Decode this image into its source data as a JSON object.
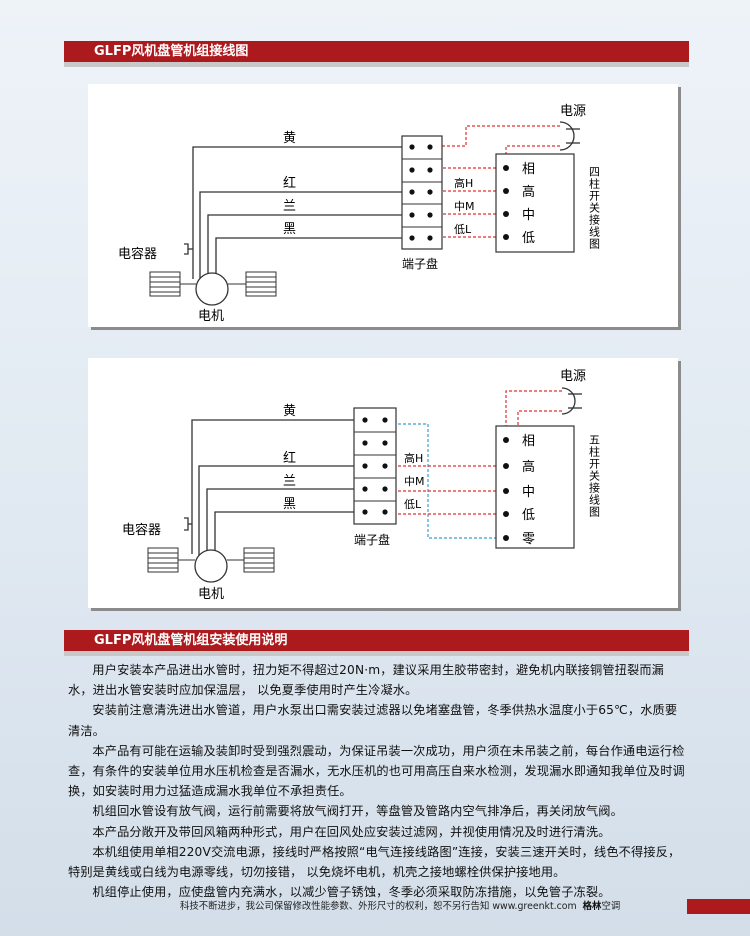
{
  "section1": {
    "title": "GLFP风机盘管机组接线图"
  },
  "section2": {
    "title": "GLFP风机盘管机组安装使用说明"
  },
  "diagram1": {
    "wires": [
      "黄",
      "红",
      "兰",
      "黑"
    ],
    "capacitor": "电容器",
    "motor": "电机",
    "terminal": "端子盘",
    "speeds": [
      "高H",
      "中M",
      "低L"
    ],
    "power": "电源",
    "switch_positions": [
      "相",
      "高",
      "中",
      "低"
    ],
    "switch_label": "四柱开关接线图"
  },
  "diagram2": {
    "wires": [
      "黄",
      "红",
      "兰",
      "黑"
    ],
    "capacitor": "电容器",
    "motor": "电机",
    "terminal": "端子盘",
    "speeds": [
      "高H",
      "中M",
      "低L"
    ],
    "power": "电源",
    "switch_positions": [
      "相",
      "高",
      "中",
      "低",
      "零"
    ],
    "switch_label": "五柱开关接线图"
  },
  "paragraphs": [
    "用户安装本产品进出水管时，扭力矩不得超过20N·m，建议采用生胶带密封，避免机内联接铜管扭裂而漏水，进出水管安装时应加保温层，  以免夏季使用时产生冷凝水。",
    "安装前注意清洗进出水管道，用户水泵出口需安装过滤器以免堵塞盘管，冬季供热水温度小于65℃，水质要清洁。",
    "本产品有可能在运输及装卸时受到强烈震动，为保证吊装一次成功，用户须在未吊装之前，每台作通电运行检查，有条件的安装单位用水压机检查是否漏水，无水压机的也可用高压自来水检测，发现漏水即通知我单位及时调换，如安装时用力过猛造成漏水我单位不承担责任。",
    "机组回水管设有放气阀，运行前需要将放气阀打开，等盘管及管路内空气排净后，再关闭放气阀。",
    "本产品分敞开及带回风箱两种形式，用户在回风处应安装过滤网，并视使用情况及时进行清洗。",
    "本机组使用单相220V交流电源，接线时严格按照“电气连接线路图”连接，安装三速开关时，线色不得接反，特别是黄线或白线为电源零线，切勿接错，  以免烧坏电机，机壳之接地螺栓供保护接地用。",
    "机组停止使用，应使盘管内充满水，以减少管子锈蚀，冬季必须采取防冻措施，以免管子冻裂。"
  ],
  "footer": {
    "text": "科技不断进步，我公司保留修改性能参数、外形尺寸的权利，恕不另行告知 www.greenkt.com",
    "brand": "格林",
    "brand_suffix": "空调"
  },
  "colors": {
    "band": "#ad1a1d",
    "dashed_red": "#e03030",
    "dashed_blue": "#3aa0d0"
  }
}
